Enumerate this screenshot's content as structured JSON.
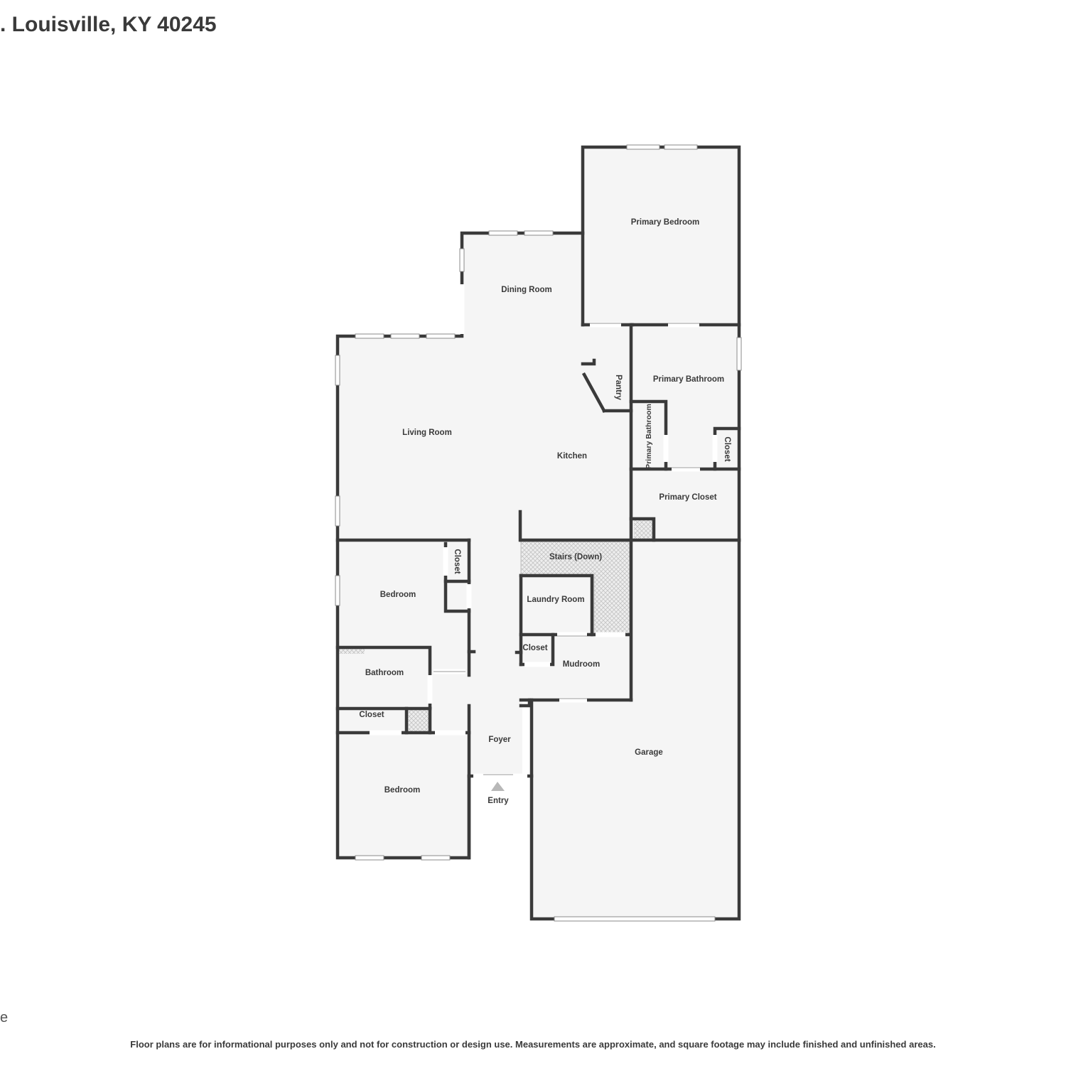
{
  "header": {
    "address": ". Louisville, KY 40245"
  },
  "cutoff_mark": "e",
  "footer": {
    "disclaimer": "Floor plans are for informational purposes only and not for construction or design use. Measurements are approximate, and square footage may include finished and unfinished areas."
  },
  "colors": {
    "wall": "#3a3a3a",
    "floor": "#f5f5f5",
    "hatch": "#d4d4d4",
    "entry_arrow": "#b8b8b8"
  },
  "rooms": {
    "primary_bedroom": "Primary Bedroom",
    "dining_room": "Dining Room",
    "primary_bathroom": "Primary Bathroom",
    "pantry": "Pantry",
    "living_room": "Living Room",
    "kitchen": "Kitchen",
    "primary_bathroom_small": "Primary Bathroom",
    "closet_primary_bath": "Closet",
    "primary_closet": "Primary Closet",
    "stairs": "Stairs (Down)",
    "closet_bedroom1": "Closet",
    "bedroom1": "Bedroom",
    "laundry_room": "Laundry Room",
    "closet_mudroom": "Closet",
    "mudroom": "Mudroom",
    "bathroom": "Bathroom",
    "closet_hall": "Closet",
    "foyer": "Foyer",
    "garage": "Garage",
    "bedroom2": "Bedroom",
    "entry": "Entry"
  }
}
